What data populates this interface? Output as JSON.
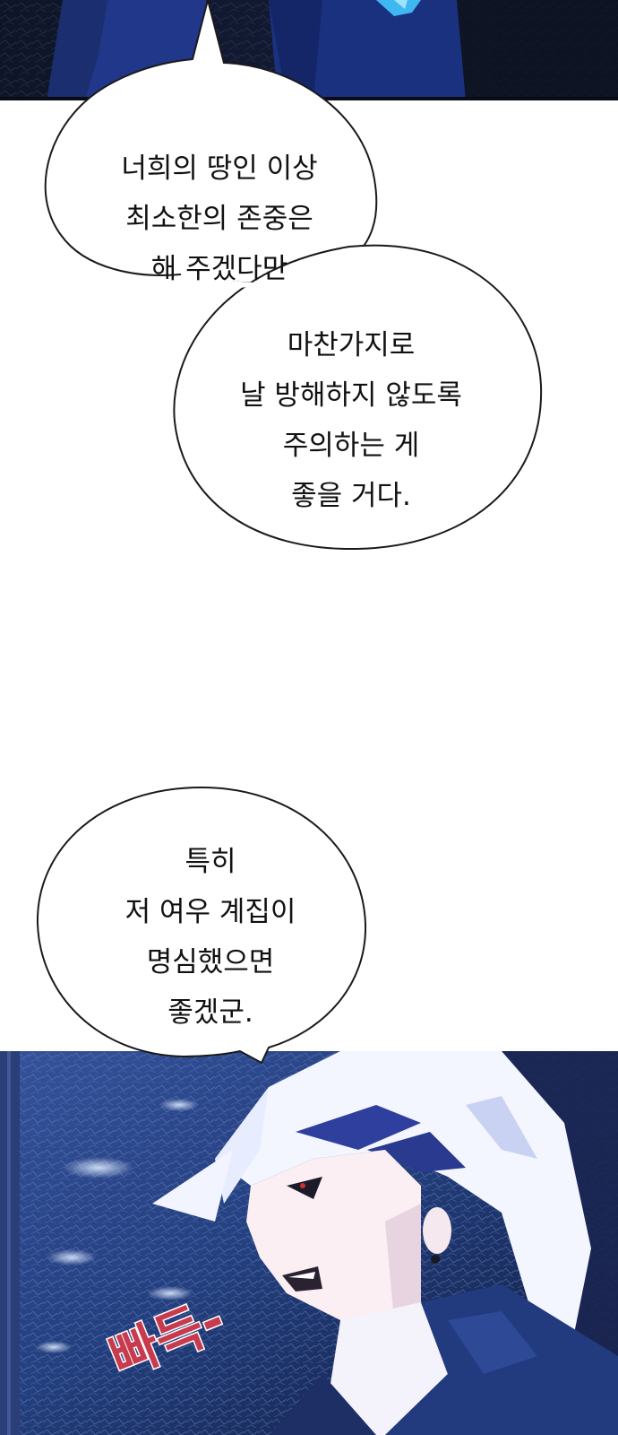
{
  "bubbles": [
    {
      "lines": [
        "너희의 땅인 이상",
        "최소한의 존중은",
        "해 주겠다만"
      ]
    },
    {
      "lines": [
        "마찬가지로",
        "날 방해하지 않도록",
        "주의하는 게",
        "좋을 거다."
      ]
    },
    {
      "lines": [
        "특히",
        "저 여우 계집이",
        "명심했으면",
        "좋겠군."
      ]
    }
  ],
  "sound_effect": "빠득-",
  "colors": {
    "page_background": "#ffffff",
    "bubble_fill": "#ffffff",
    "bubble_outline": "#1a1a1a",
    "speech_text": "#111111",
    "night_blue": "#1f3a7a",
    "deep_navy": "#0c1430",
    "character_skin": "#fbeff3",
    "hair_highlight": "#dfe6ff",
    "sfx_red": "#c83a4d"
  }
}
